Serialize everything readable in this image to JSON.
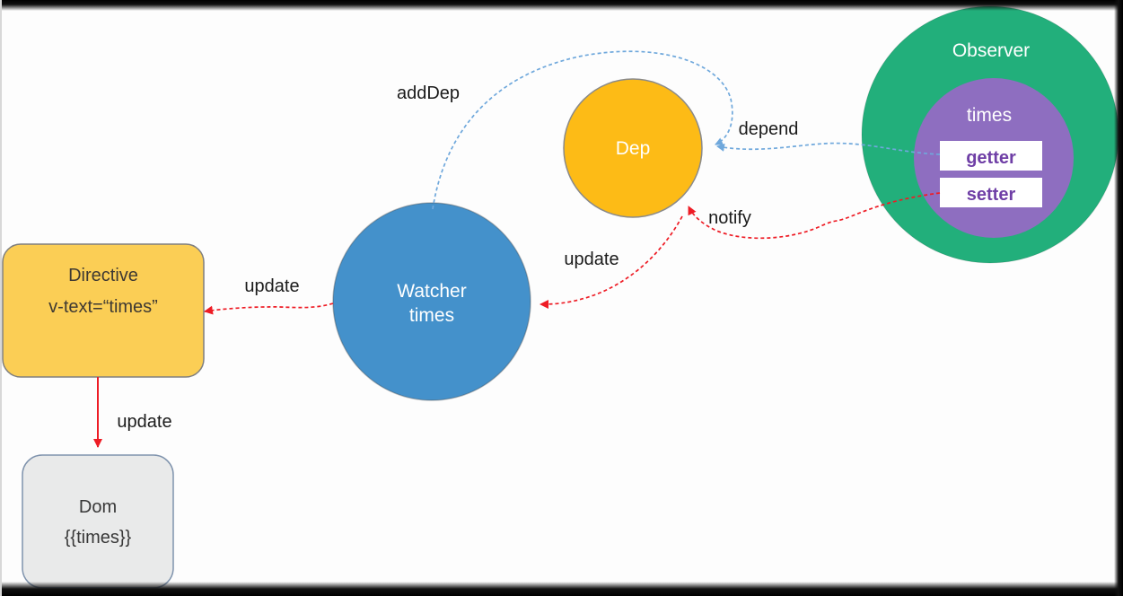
{
  "diagram": {
    "title_context": "Vue reactivity flow diagram",
    "colors": {
      "observer_green": "#22af7b",
      "inner_purple": "#8e6ec0",
      "dep_orange": "#fdbb16",
      "watcher_blue": "#4491cb",
      "directive_yellow": "#fbce55",
      "dom_gray": "#e9eaea",
      "blue_arrow": "#6fa8dc",
      "red_arrow": "#ee1c25",
      "accessor_text_purple": "#6f3fa6",
      "label_black": "#1b1b1b"
    },
    "nodes": {
      "observer": {
        "title": "Observer",
        "property": "times",
        "getter": "getter",
        "setter": "setter"
      },
      "dep": {
        "label": "Dep"
      },
      "watcher": {
        "line1": "Watcher",
        "line2": "times"
      },
      "directive": {
        "line1": "Directive",
        "line2": "v-text=“times”"
      },
      "dom": {
        "line1": "Dom",
        "line2": "{{times}}"
      }
    },
    "edge_labels": {
      "add_dep": "addDep",
      "depend": "depend",
      "notify": "notify",
      "update_dep_to_watcher": "update",
      "update_watcher_to_directive": "update",
      "update_directive_to_dom": "update"
    }
  }
}
